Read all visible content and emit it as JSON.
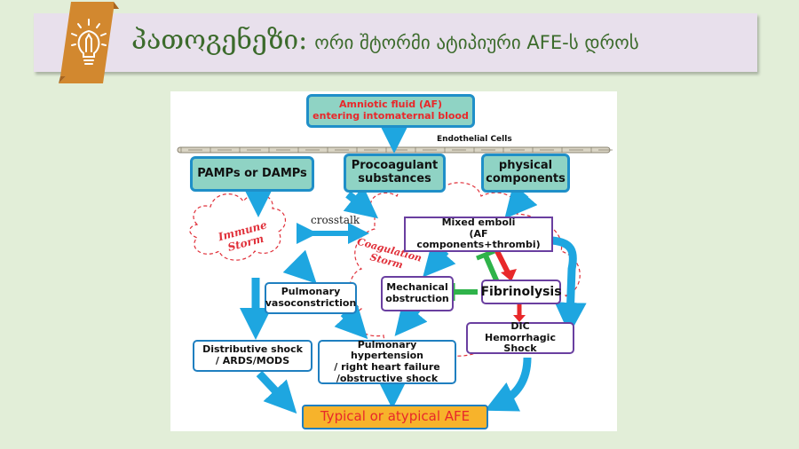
{
  "slide": {
    "title_main": "პათოგენეზი:",
    "title_sub": "ორი შტორმი ატიპიური AFE-ს დროს",
    "icon": "lightbulb-pencil-icon",
    "colors": {
      "background": "#e2eed8",
      "title_bar": "#e8e0ec",
      "title_text": "#3c6b2c",
      "ribbon": "#d2882f"
    }
  },
  "diagram": {
    "source": "Amniotic fluid (AF)\nentering intomaternal blood",
    "endothelial_label": "Endothelial Cells",
    "pamps": "PAMPs or DAMPs",
    "procoagulant": "Procoagulant substances",
    "physical": "physical components",
    "crosstalk": "crosstalk",
    "immune_storm": "Immune Storm",
    "coagulation_storm": "Coagulation Storm",
    "mixed_emboli": "Mixed emboli\n(AF components+thrombi)",
    "pulmonary_vasoconstriction": "Pulmonary vasoconstriction",
    "mechanical_obstruction": "Mechanical obstruction",
    "fibrinolysis": "Fibrinolysis",
    "dic": "DIC\nHemorrhagic Shock",
    "distributive_shock": "Distributive shock\n/ ARDS/MODS",
    "pulmonary_hypertension": "Pulmonary hypertension\n/ right heart failure\n/obstructive shock",
    "outcome": "Typical or atypical AFE",
    "inhibit_sign": "—",
    "promote_sign": "+",
    "colors": {
      "arrow": "#1ea6e0",
      "storm": "#e0303a",
      "inhibit": "#2fb34a",
      "promote": "#e8282a",
      "teal_box": "#8fd3c4",
      "outcome_box": "#f7b32b",
      "outcome_text": "#e8282a"
    }
  }
}
